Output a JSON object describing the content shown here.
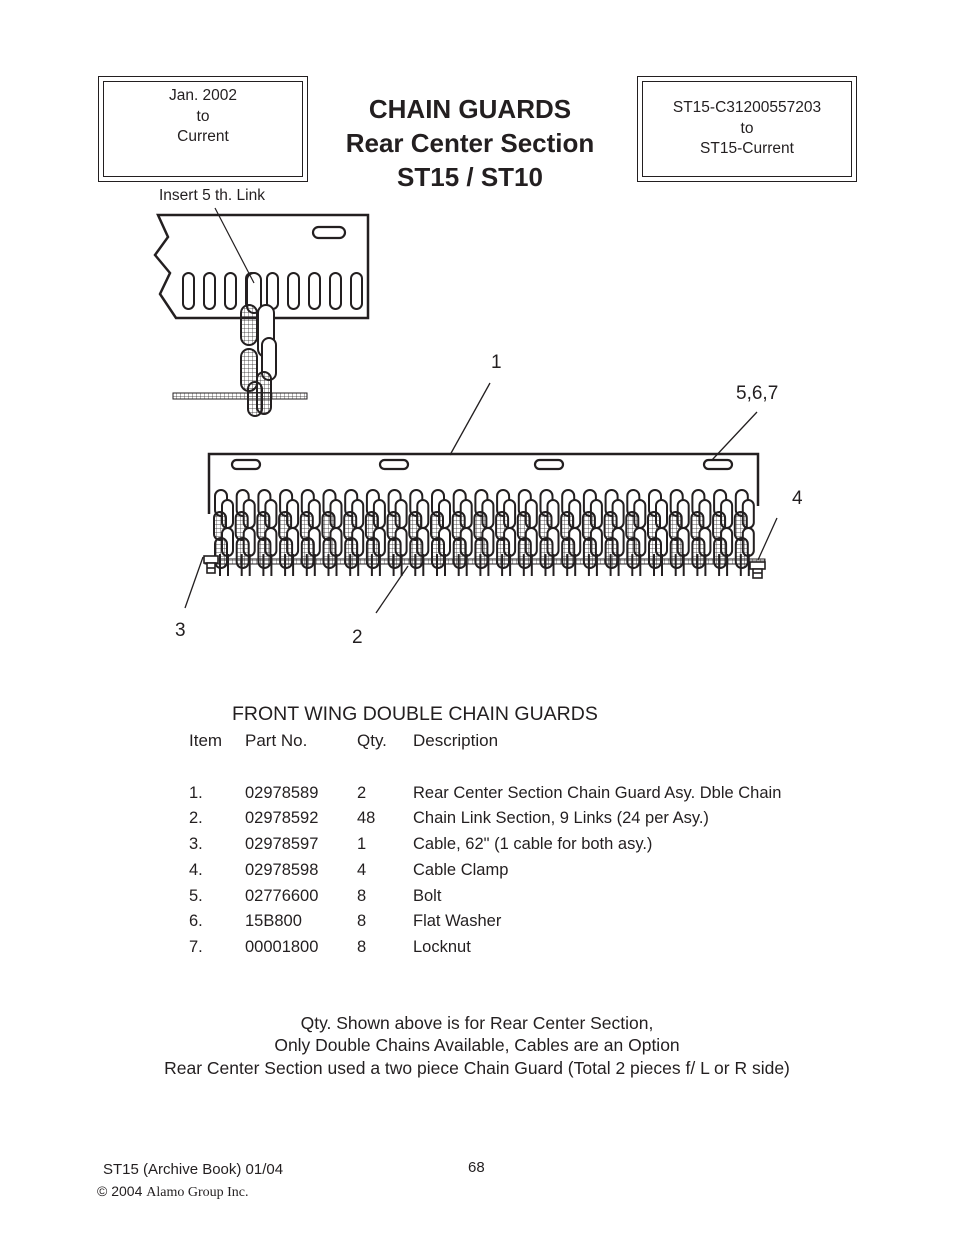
{
  "header": {
    "date_range": [
      "Jan. 2002",
      "to",
      "Current"
    ],
    "serial_range": [
      "ST15-C31200557203",
      "to",
      "ST15-Current"
    ],
    "title_lines": [
      "CHAIN GUARDS",
      "Rear Center Section",
      "ST15 / ST10"
    ]
  },
  "diagram": {
    "insert_note": "Insert 5 th. Link",
    "callouts": {
      "c1": "1",
      "c2": "2",
      "c3": "3",
      "c4": "4",
      "c567": "5,6,7"
    }
  },
  "parts": {
    "heading": "FRONT WING DOUBLE CHAIN GUARDS",
    "columns": [
      "Item",
      "Part No.",
      "Qty.",
      "Description"
    ],
    "rows": [
      {
        "item": "1.",
        "part_no": "02978589",
        "qty": "2",
        "description": "Rear Center Section Chain Guard Asy. Dble Chain"
      },
      {
        "item": "2.",
        "part_no": "02978592",
        "qty": "48",
        "description": "Chain Link Section, 9 Links (24 per Asy.)"
      },
      {
        "item": "3.",
        "part_no": "02978597",
        "qty": "1",
        "description": "Cable, 62\" (1 cable for  both asy.)"
      },
      {
        "item": "4.",
        "part_no": "02978598",
        "qty": "4",
        "description": "Cable Clamp"
      },
      {
        "item": "5.",
        "part_no": "02776600",
        "qty": "8",
        "description": "Bolt"
      },
      {
        "item": "6.",
        "part_no": "15B800",
        "qty": "8",
        "description": "Flat Washer"
      },
      {
        "item": "7.",
        "part_no": "00001800",
        "qty": "8",
        "description": "Locknut"
      }
    ]
  },
  "notes": [
    "Qty. Shown above is for  Rear Center Section,",
    "Only Double Chains Available, Cables are an Option",
    "Rear Center Section  used a two piece Chain Guard (Total 2 pieces f/ L or R side)"
  ],
  "footer": {
    "book": "ST15  (Archive Book) 01/04",
    "page_number": "68",
    "copyright_year": "© 2004",
    "copyright_owner": "Alamo Group Inc."
  }
}
